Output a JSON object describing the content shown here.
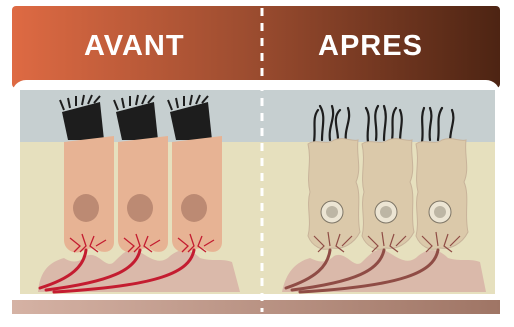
{
  "labels": {
    "before": "AVANT",
    "after": "APRES"
  },
  "colors": {
    "banner_left": "#de6a43",
    "banner_right": "#4d2413",
    "upper_layer": "#c6cfd0",
    "lower_layer": "#e6e0be",
    "base_membrane": "#dab9aa",
    "healthy_cell": "#e7b394",
    "damaged_cell": "#dbc9aa",
    "nucleus": "#bc8a73",
    "healthy_nerve": "#c41c30",
    "damaged_nerve": "#8f4c45",
    "hair_bundle": "#1d1d1d"
  },
  "icons": [
    "healthy-hair-cell",
    "damaged-hair-cell",
    "nerve-fiber"
  ]
}
